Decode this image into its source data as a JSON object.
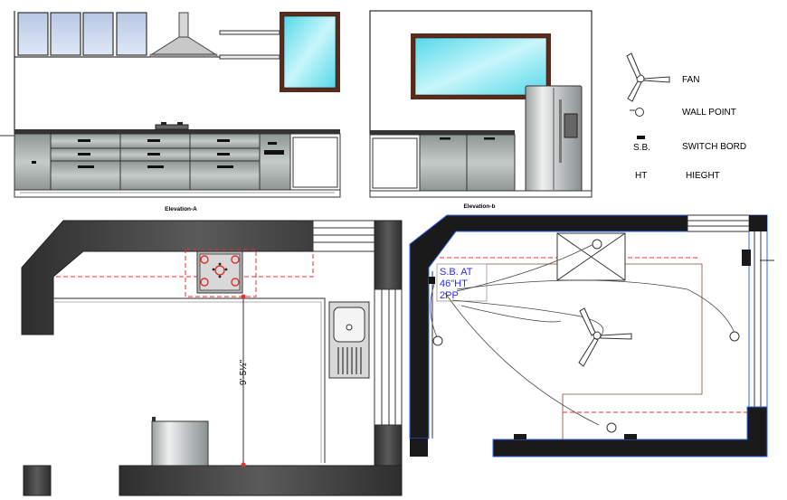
{
  "elevations": {
    "a_caption": "Elevation-A",
    "b_caption": "Elevation-b"
  },
  "legend": {
    "fan_label": "FAN",
    "wall_point_label": "WALL POINT",
    "switch_symbol": "S.B.",
    "switch_label": "SWITCH BORD",
    "height_symbol": "HT",
    "height_label": "HIEGHT"
  },
  "plan_left": {
    "dimension": "9'-5½\""
  },
  "plan_right": {
    "switch_note_line1": "S.B. AT",
    "switch_note_line2": "46\"HT",
    "switch_note_line3": "2PP"
  },
  "colors": {
    "wall": "#3a3a3a",
    "cabinet": "#a4aaa8",
    "glass": "#7fe3ee",
    "frame": "#5a2a1a",
    "red_dash": "#e03030",
    "blue_text": "#2a2aff",
    "plan_border": "#3366ff"
  }
}
